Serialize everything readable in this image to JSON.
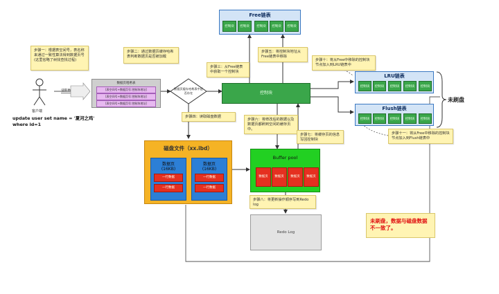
{
  "free_list": {
    "title": "Free链表",
    "cells": [
      "控制块",
      "控制块",
      "控制块",
      "控制块",
      "控制块"
    ]
  },
  "lru_list": {
    "title": "LRU链表",
    "cells": [
      "控制块",
      "控制块",
      "控制块",
      "控制块",
      "控制块"
    ]
  },
  "flush_list": {
    "title": "Flush链表",
    "cells": [
      "控制块",
      "控制块",
      "控制块",
      "控制块",
      "控制块"
    ]
  },
  "center_block": {
    "label": "控制块"
  },
  "client": {
    "label": "客户端",
    "sql": "update user set name = '夏河之鸡' where id=1",
    "request_label": "读取数据"
  },
  "hash_table": {
    "title": "数据页哈希表",
    "rows": [
      "[表空间号+数据页号:控制块地址]",
      "[表空间号+数据页号:控制块地址]",
      "[表空间号+数据页号:控制块地址]"
    ]
  },
  "decision": {
    "label": "数据页缓存哈希表中是否存在"
  },
  "disk": {
    "title": "磁盘文件（xx.ibd）",
    "pages": [
      {
        "title": "数据页",
        "size": "(16KB)",
        "rows": [
          "一行数据",
          "一行数据"
        ]
      },
      {
        "title": "数据页",
        "size": "(16KB)",
        "rows": [
          "一行数据",
          "一行数据"
        ]
      }
    ]
  },
  "buffer_pool": {
    "title": "Buffer pool",
    "pages": [
      "数据页",
      "数据页",
      "数据页",
      "数据页"
    ]
  },
  "redo_log": {
    "label": "Redo Log"
  },
  "not_flushed": {
    "label": "未刷盘"
  },
  "warning": {
    "text": "未刷盘，数据与磁盘数据不一致了。"
  },
  "steps": {
    "s1": "步骤一：根据表空间号，表名称来通过一致性算法得到数据页号(这里省略了树找查找过程)",
    "s2": "步骤二：通过数据页缓存哈希表判断数据页是否被加载",
    "s3": "步骤三：从Free链表中获取一个控制块",
    "s4": "步骤四：读取磁盘数据",
    "s5": "步骤五：将控制块地址从Free链表中移除",
    "s6": "步骤六：将修改后的数据以及数据页都刷到空闲的缓存页中。",
    "s7": "步骤七：将缓存页的信息写回控制块",
    "s8": "步骤八：将更新操作顺序写到Redo log",
    "s10": "步骤十：将从Free中移除的控制块节点加入到LRU链表中",
    "s11": "步骤十一：将从Free中移除的控制块节点加入到Flush链表中"
  },
  "colors": {
    "list_bg": "#d3e4f6",
    "list_border": "#3a78c2",
    "cell_green": "#3aa64a",
    "buffer_bg": "#22d022",
    "page_red": "#e53020",
    "disk_bg": "#f5b325",
    "page_blue": "#2c7fd6",
    "note_bg": "#fff4b3",
    "warning_text": "#e01010",
    "redo_bg": "#e3e3e3"
  }
}
